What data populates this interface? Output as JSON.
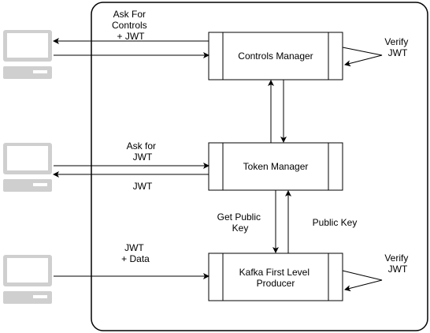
{
  "boxes": {
    "controls_manager": "Controls Manager",
    "token_manager": "Token Manager",
    "kafka_producer": [
      "Kafka First Level",
      "Producer"
    ]
  },
  "labels": {
    "ask_for_controls": [
      "Ask For",
      "Controls",
      "+ JWT"
    ],
    "ask_for_jwt": [
      "Ask for",
      "JWT"
    ],
    "jwt": "JWT",
    "jwt_data": [
      "JWT",
      "+ Data"
    ],
    "get_public_key": [
      "Get Public",
      "Key"
    ],
    "public_key": "Public Key",
    "verify_jwt_top": [
      "Verify",
      "JWT"
    ],
    "verify_jwt_bottom": [
      "Verify",
      "JWT"
    ]
  },
  "icons": [
    "computer-icon",
    "computer-icon",
    "computer-icon"
  ],
  "colors": {
    "stroke": "#000000",
    "computer_fill": "#cfcfcf",
    "computer_screen": "#ffffff"
  }
}
